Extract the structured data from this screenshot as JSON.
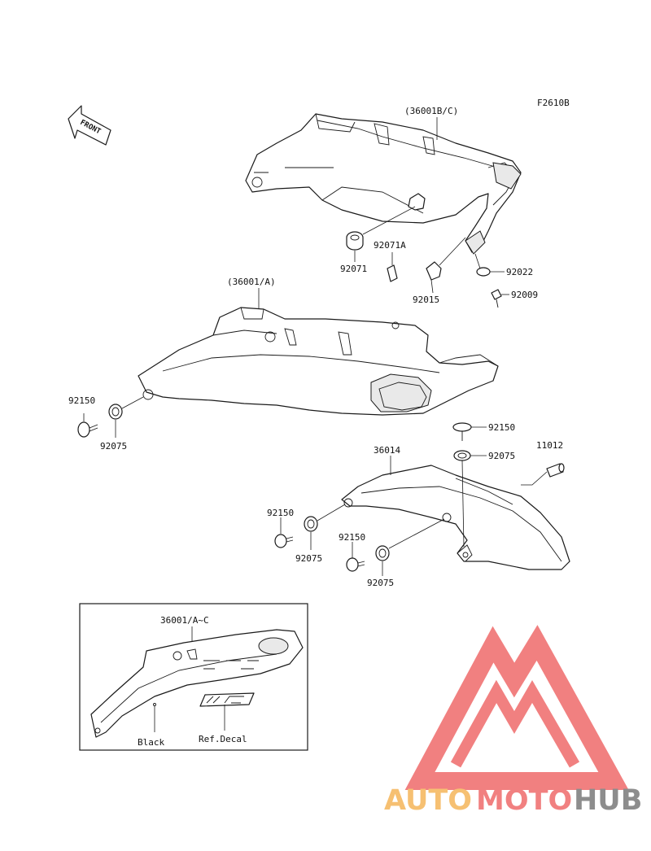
{
  "diagram": {
    "code": "F2610B",
    "front_label": "FRONT",
    "parts": {
      "cover_bc": "(36001B/C)",
      "cover_a": "(36001/A)",
      "cover_all": "36001/A~C",
      "grommet_92071": "92071",
      "clip_92071a": "92071A",
      "nut_92015": "92015",
      "washer_92022": "92022",
      "bolt_92009": "92009",
      "bolt_92150_left": "92150",
      "damper_92075_left": "92075",
      "bolt_92150_right_top": "92150",
      "damper_92075_right_top": "92075",
      "cap_11012": "11012",
      "cover_36014": "36014",
      "bolt_92150_mid": "92150",
      "damper_92075_mid": "92075",
      "bolt_92150_low": "92150",
      "damper_92075_low": "92075"
    },
    "inset": {
      "black_label": "Black",
      "decal_label": "Ref.Decal"
    }
  },
  "watermark": {
    "word_1": "AUTO",
    "word_2": "MOTO",
    "word_3": "HUB",
    "colors": {
      "orange": "#f5b65a",
      "red": "#ef6b6b",
      "gray": "#7a7a7a"
    }
  }
}
